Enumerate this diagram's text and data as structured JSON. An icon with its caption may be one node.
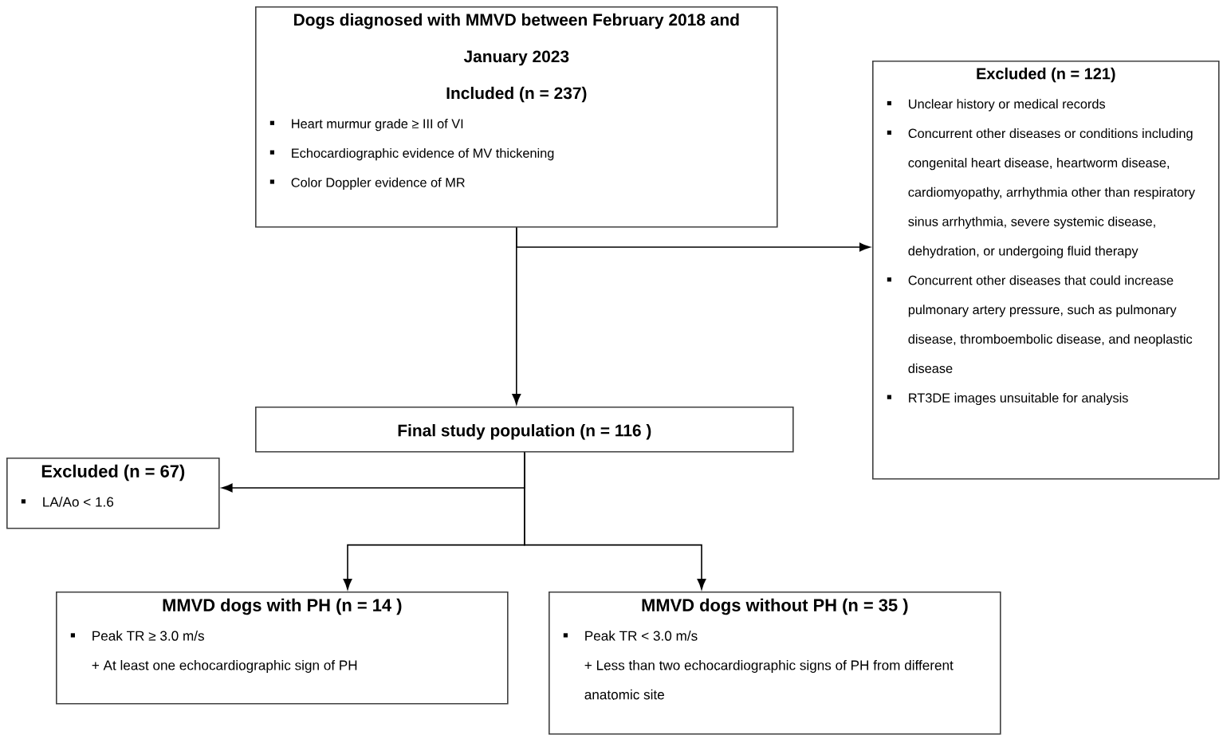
{
  "diagram": {
    "nodes": [
      {
        "text": [
          "Dogs diagnosed with MMVD between February 2018 and January 2023",
          "Included (n = 237)",
          "Heart murmur grade ≥ III of VI",
          "Echocardiographic evidence of MV thickening",
          "Color Doppler evidence of MR"
        ]
      },
      {
        "text": [
          "Excluded (n = 121)",
          "Unclear history or medical records",
          "Concurrent other diseases or conditions including congenital heart disease, heartworm disease, cardiomyopathy, arrhythmia other than respiratory sinus arrhythmia, severe systemic disease, dehydration, or undergoing fluid therapy",
          "Concurrent other diseases that could increase pulmonary artery pressure, such as pulmonary disease, thromboembolic disease, and neoplastic disease",
          "RT3DE images unsuitable for analysis"
        ]
      },
      {
        "text": [
          "Final study population (n = 116 )"
        ]
      },
      {
        "text": [
          "Excluded (n = 67)",
          "LA/Ao < 1.6"
        ]
      },
      {
        "text": [
          "MMVD dogs with PH (n = 14 )",
          "Peak TR ≥ 3.0 m/s",
          "+ At least one echocardiographic sign of PH"
        ]
      },
      {
        "text": [
          "MMVD dogs without PH (n = 35 )",
          "Peak TR < 3.0 m/s",
          "+ Less than two echocardiographic signs of PH from different anatomic site"
        ]
      }
    ],
    "edges": [
      {
        "from": 0,
        "to": 2,
        "arrow": "to"
      },
      {
        "from": 0,
        "to": 1,
        "arrow": "to"
      },
      {
        "from": 2,
        "to": 3,
        "arrow": "to"
      },
      {
        "from": 2,
        "to": 4,
        "arrow": "to"
      },
      {
        "from": 2,
        "to": 5,
        "arrow": "to"
      }
    ]
  }
}
